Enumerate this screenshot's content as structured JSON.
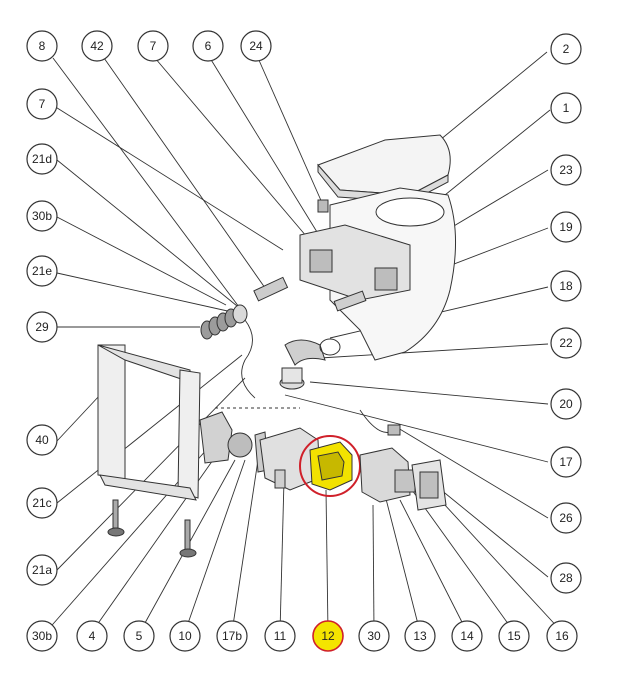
{
  "highlight": {
    "label_index": 27,
    "fill": "#f4e400",
    "ring": "#d0202a",
    "part_fill": "#f2e200"
  },
  "callouts": [
    {
      "label": "8"
    },
    {
      "label": "42"
    },
    {
      "label": "7"
    },
    {
      "label": "6"
    },
    {
      "label": "24"
    },
    {
      "label": "2"
    },
    {
      "label": "1"
    },
    {
      "label": "7"
    },
    {
      "label": "21d"
    },
    {
      "label": "23"
    },
    {
      "label": "30b"
    },
    {
      "label": "19"
    },
    {
      "label": "21e"
    },
    {
      "label": "18"
    },
    {
      "label": "29"
    },
    {
      "label": "22"
    },
    {
      "label": "20"
    },
    {
      "label": "40"
    },
    {
      "label": "17"
    },
    {
      "label": "21c"
    },
    {
      "label": "26"
    },
    {
      "label": "21a"
    },
    {
      "label": "28"
    },
    {
      "label": "30b"
    },
    {
      "label": "4"
    },
    {
      "label": "5"
    },
    {
      "label": "10"
    },
    {
      "label": "12"
    },
    {
      "label": "17b"
    },
    {
      "label": "11"
    },
    {
      "label": "30"
    },
    {
      "label": "13"
    },
    {
      "label": "14"
    },
    {
      "label": "15"
    },
    {
      "label": "16"
    }
  ]
}
